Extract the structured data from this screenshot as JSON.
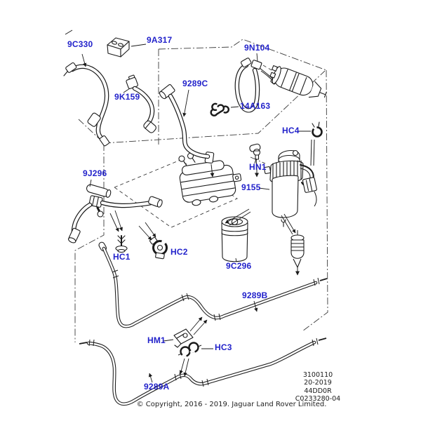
{
  "diagram": {
    "background": "#ffffff",
    "label_color": "#2323cb",
    "line_color": "#1a1a1a",
    "part_labels": [
      "9C330",
      "9A317",
      "9N104",
      "9K159",
      "9289C",
      "14A163",
      "HC4",
      "HN1",
      "9155",
      "9J296",
      "HC1",
      "HC2",
      "9C296",
      "9289B",
      "HM1",
      "HC3",
      "9289A"
    ],
    "ref_block": [
      "3100110",
      "20-2019",
      "44DD0R",
      "C0233280-04"
    ],
    "copyright": "© Copyright, 2016 - 2019. Jaguar Land Rover Limited."
  }
}
